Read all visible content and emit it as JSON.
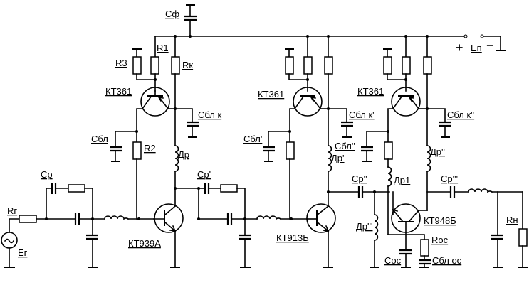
{
  "title": "Multistage RF power amplifier schematic",
  "supply": {
    "label": "Еп",
    "plus": "+",
    "minus": "−"
  },
  "filter_cap": "Сф",
  "stage1": {
    "bias_transistor": "КТ361",
    "r1": "R1",
    "r2": "R2",
    "r3": "R3",
    "rk": "Rк",
    "c_block": "Сбл",
    "c_block_k": "Сбл к",
    "choke": "Др",
    "power_transistor": "КТ939А"
  },
  "input": {
    "generator": "Ег",
    "gen_resistor": "Rг",
    "coupling_cap": "Ср"
  },
  "stage2": {
    "bias_transistor": "КТ361",
    "c_block": "Сбл'",
    "c_block_k": "Сбл к'",
    "choke": "Др'",
    "coupling_cap": "Ср'",
    "power_transistor": "КТ913Б"
  },
  "stage3": {
    "bias_transistor": "КТ361",
    "c_block": "Сбл''",
    "c_block_k": "Сбл к''",
    "choke": "Др''",
    "choke1": "Др1",
    "choke3": "Др'''",
    "coupling_in": "Ср''",
    "coupling_out": "Ср'''",
    "power_transistor": "КТ948Б",
    "r_fb": "Rос",
    "c_fb": "Сос",
    "c_block_fb": "Сбл  ос"
  },
  "load": {
    "resistor": "Rн"
  }
}
